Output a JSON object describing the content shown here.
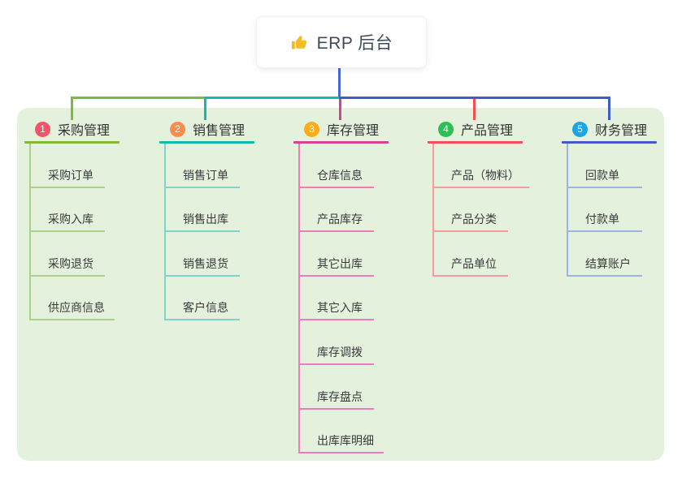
{
  "root": {
    "label": "ERP 后台",
    "icon": "thumbs-up-icon",
    "icon_color": "#f2bc27",
    "text_color": "#3e4a5b"
  },
  "colors": {
    "canvas_bg": "#ffffff",
    "panel_bg": "#e4f2dd",
    "root_connector": "#4a67d6"
  },
  "branches": [
    {
      "index": "1",
      "label": "采购管理",
      "badge_color": "#f4536a",
      "line_color": "#7eba3e",
      "child_line_color": "#abd284",
      "children": [
        "采购订单",
        "采购入库",
        "采购退货",
        "供应商信息"
      ]
    },
    {
      "index": "2",
      "label": "销售管理",
      "badge_color": "#fb8c4c",
      "line_color": "#14b8ae",
      "child_line_color": "#7fd3cb",
      "children": [
        "销售订单",
        "销售出库",
        "销售退货",
        "客户信息"
      ]
    },
    {
      "index": "3",
      "label": "库存管理",
      "badge_color": "#fbae17",
      "line_color": "#d83f98",
      "child_line_color": "#ee7cbc",
      "children": [
        "仓库信息",
        "产品库存",
        "其它出库",
        "其它入库",
        "库存调拨",
        "库存盘点",
        "出库库明细"
      ]
    },
    {
      "index": "4",
      "label": "产品管理",
      "badge_color": "#2dbf55",
      "line_color": "#f24f50",
      "child_line_color": "#f79b9c",
      "children": [
        "产品（物料）",
        "产品分类",
        "产品单位"
      ]
    },
    {
      "index": "5",
      "label": "财务管理",
      "badge_color": "#1fa4e3",
      "line_color": "#3f5ccb",
      "child_line_color": "#9cb3e6",
      "children": [
        "回款单",
        "付款单",
        "结算账户"
      ]
    }
  ]
}
